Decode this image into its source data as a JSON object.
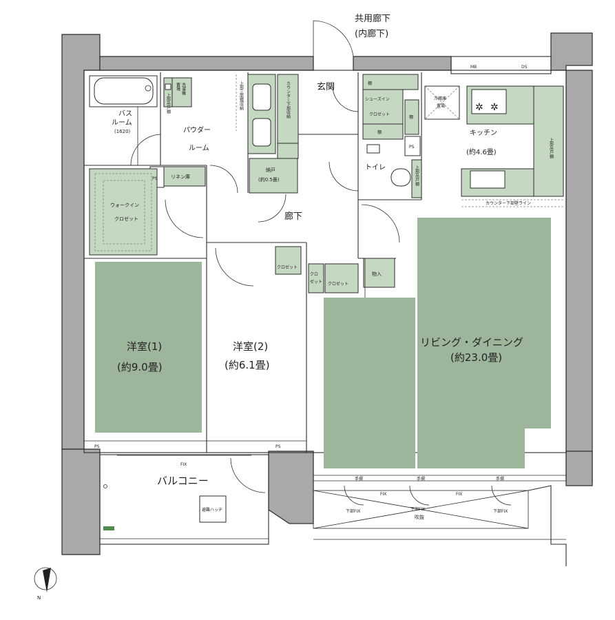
{
  "corridor": {
    "line1": "共用廊下",
    "line2": "(内廊下)"
  },
  "tags": {
    "mb": "MB",
    "ds": "DS",
    "ps": "PS",
    "fix": "FIX"
  },
  "rooms": {
    "entrance": "玄関",
    "bath_line1": "バス",
    "bath_line2": "ルーム",
    "bath_size": "(1620)",
    "powder_line1": "パウダー",
    "powder_line2": "ルーム",
    "linen": "リネン庫",
    "closet_storage_line1": "納戸",
    "closet_storage_line2": "(約0.5畳)",
    "hallway": "廊下",
    "toilet": "トイレ",
    "kitchen_line1": "キッチン",
    "kitchen_line2": "(約4.6畳)",
    "shoes_line1": "シューズイン",
    "shoes_line2": "クロゼット",
    "shelf": "棚",
    "walkin_line1": "ウォークイン",
    "walkin_line2": "クロゼット",
    "western1_line1": "洋室(1)",
    "western1_line2": "(約9.0畳)",
    "western2_line1": "洋室(2)",
    "western2_line2": "(約6.1畳)",
    "living_line1": "リビング・ダイニング",
    "living_line2": "(約23.0畳)",
    "closet": "クロゼット",
    "closet_short_line1": "クロ",
    "closet_short_line2": "ゼット",
    "storage": "物入",
    "balcony": "バルコニー",
    "escape_hatch": "避難ハッチ",
    "handrail": "手摺",
    "lower_fix": "下部FIX",
    "void": "吹抜",
    "counter_line": "カウンター下部壁ライン",
    "fridge_line1": "冷蔵庫",
    "fridge_line2": "置場",
    "washer_line1": "洗濯機",
    "washer_line2": "置場",
    "upper_cabinet": "上部吊戸棚",
    "upper_cabinet_short": "上部吊戸棚",
    "mirror_storage": "上部三面鏡収納",
    "counter_storage": "カウンター下部収納"
  },
  "compass": {
    "label": "N"
  },
  "colors": {
    "floor": "#9db59a",
    "fixture": "#c5d8c2",
    "wall": "#a9a9a9"
  }
}
